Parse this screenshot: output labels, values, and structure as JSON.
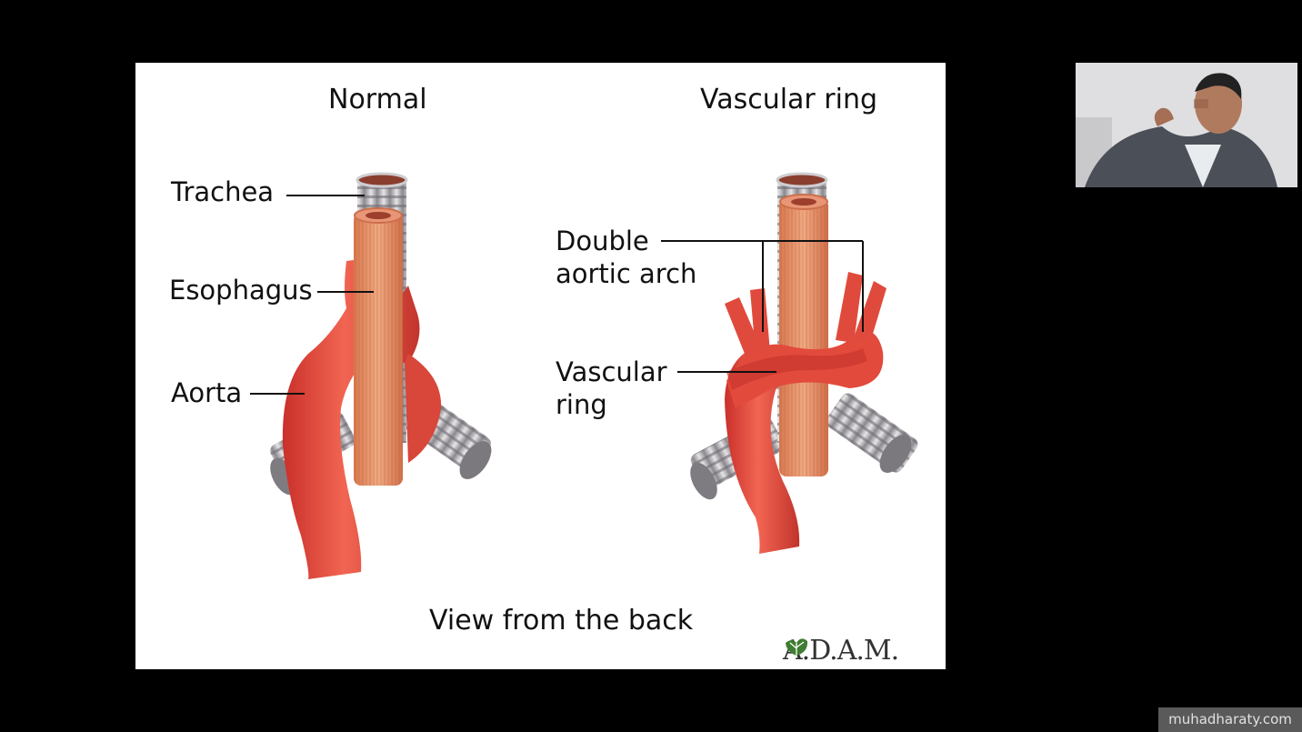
{
  "slide": {
    "heading_left": "Normal",
    "heading_right": "Vascular ring",
    "caption": "View from the back",
    "logo_text": "A.D.A.M.",
    "labels_left": {
      "trachea": "Trachea",
      "esophagus": "Esophagus",
      "aorta": "Aorta"
    },
    "labels_right": {
      "double_aortic_arch": "Double\naortic arch",
      "vascular_ring": "Vascular\nring"
    }
  },
  "webcam": {
    "icon": "presenter-video-icon"
  },
  "watermark": {
    "text": "muhadharaty.com"
  },
  "colors": {
    "background": "#000000",
    "slide": "#ffffff",
    "aorta": "#e04a3c",
    "esophagus": "#e3926a",
    "trachea": "#b9b6b8"
  }
}
